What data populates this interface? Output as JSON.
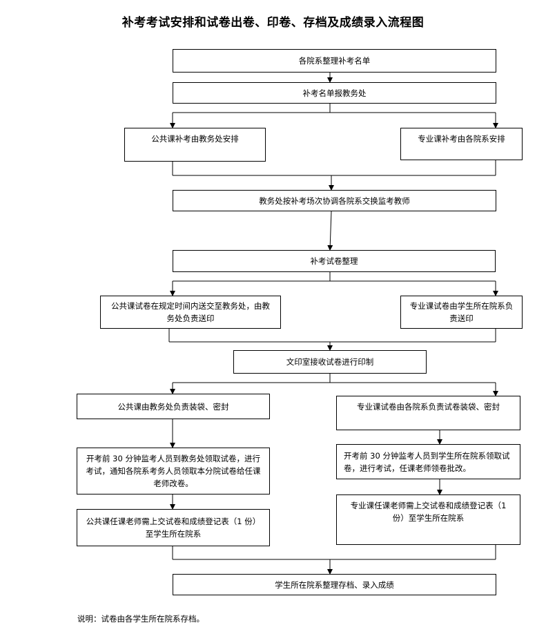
{
  "title": "补考考试安排和试卷出卷、印卷、存档及成绩录入流程图",
  "steps": {
    "s1": "各院系整理补考名单",
    "s2": "补考名单报教务处",
    "s3a": "公共课补考由教务处安排",
    "s3b": "专业课补考由各院系安排",
    "s4": "教务处按补考场次协调各院系交换监考教师",
    "s5": "补考试卷整理",
    "s6a": "公共课试卷在规定时间内送交至教务处，由教务处负责送印",
    "s6b": "专业课试卷由学生所在院系负责送印",
    "s7": "文印室接收试卷进行印制",
    "s8a": "公共课由教务处负责装袋、密封",
    "s8b": "专业课试卷由各院系负责试卷装袋、密封",
    "s9a": "开考前 30 分钟监考人员到教务处领取试卷，进行考试，通知各院系考务人员领取本分院试卷给任课老师改卷。",
    "s9b": "开考前 30 分钟监考人员到学生所在院系领取试卷，进行考试，任课老师领卷批改。",
    "s10a": "公共课任课老师需上交试卷和成绩登记表（1 份）至学生所在院系",
    "s10b": "专业课任课老师需上交试卷和成绩登记表（1 份）至学生所在院系",
    "s11": "学生所在院系整理存档、录入成绩"
  },
  "note": "说明：试卷由各学生所在院系存档。"
}
